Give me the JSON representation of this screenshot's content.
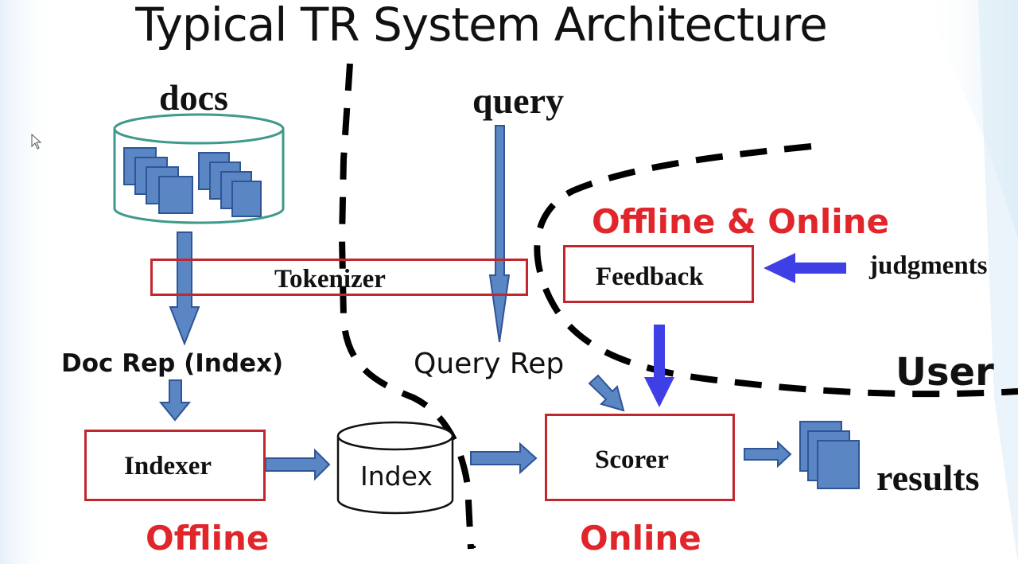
{
  "slide": {
    "title": "Typical TR System Architecture"
  },
  "labels": {
    "docs": "docs",
    "query": "query",
    "tokenizer": "Tokenizer",
    "doc_rep": "Doc Rep (Index)",
    "query_rep": "Query Rep",
    "indexer": "Indexer",
    "index": "Index",
    "scorer": "Scorer",
    "feedback": "Feedback",
    "judgments": "judgments",
    "user": "User",
    "results": "results"
  },
  "regions": {
    "offline": "Offline",
    "online": "Online",
    "offline_online": "Offline & Online"
  },
  "colors": {
    "box_border": "#c0282e",
    "region_label": "#e0262b",
    "arrow_fill": "#5b86c4",
    "arrow_stroke": "#2f5597",
    "feedback_arrow": "#3f3fe6",
    "cylinder_teal": "#3e9a8a"
  }
}
